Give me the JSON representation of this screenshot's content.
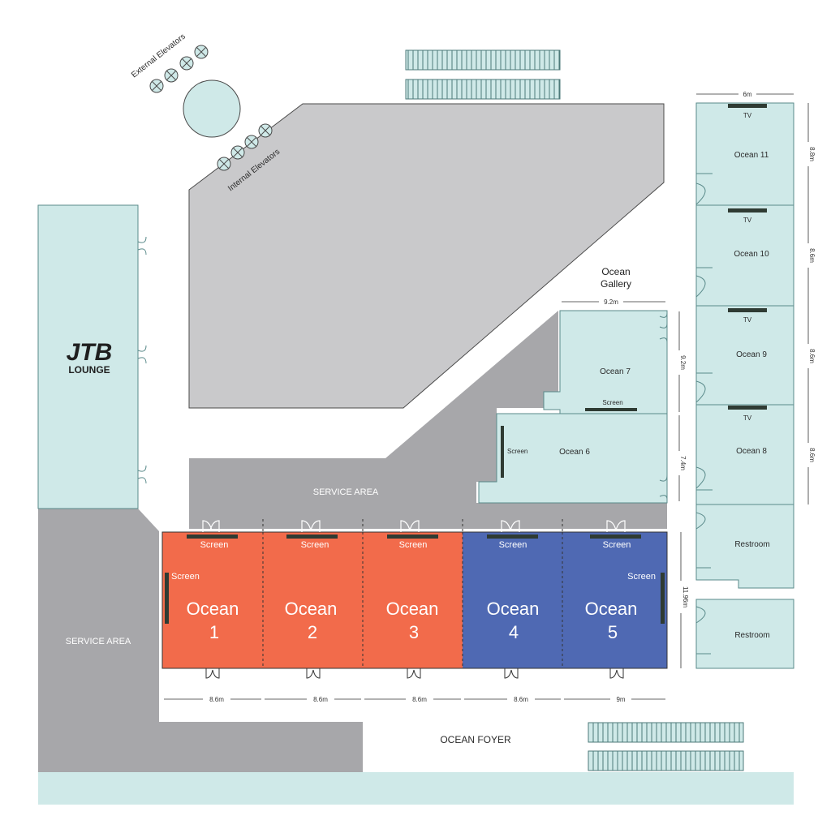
{
  "labels": {
    "external_elevators": "External Elevators",
    "internal_elevators": "Internal Elevators",
    "ocean_gallery_line1": "Ocean",
    "ocean_gallery_line2": "Gallery",
    "jtb_logo": "JTB",
    "lounge": "LOUNGE",
    "service_area_top": "SERVICE AREA",
    "service_area_left": "SERVICE AREA",
    "ocean_foyer": "OCEAN FOYER",
    "restroom_1": "Restroom",
    "restroom_2": "Restroom"
  },
  "rooms": {
    "ocean1": {
      "line1": "Ocean",
      "line2": "1",
      "screen_top": "Screen",
      "screen_side": "Screen",
      "width": "8.6m"
    },
    "ocean2": {
      "line1": "Ocean",
      "line2": "2",
      "screen_top": "Screen",
      "width": "8.6m"
    },
    "ocean3": {
      "line1": "Ocean",
      "line2": "3",
      "screen_top": "Screen",
      "width": "8.6m"
    },
    "ocean4": {
      "line1": "Ocean",
      "line2": "4",
      "screen_top": "Screen",
      "width": "8.6m"
    },
    "ocean5": {
      "line1": "Ocean",
      "line2": "5",
      "screen_top": "Screen",
      "screen_side": "Screen",
      "width": "9m",
      "depth": "11.96m"
    },
    "ocean6": {
      "name": "Ocean 6",
      "screen": "Screen",
      "depth": "7.4m"
    },
    "ocean7": {
      "name": "Ocean 7",
      "screen": "Screen",
      "width": "9.2m",
      "depth": "9.2m"
    },
    "ocean8": {
      "name": "Ocean 8",
      "tv": "TV",
      "depth": "8.6m"
    },
    "ocean9": {
      "name": "Ocean 9",
      "tv": "TV",
      "depth": "8.6m"
    },
    "ocean10": {
      "name": "Ocean 10",
      "tv": "TV",
      "depth": "8.6m"
    },
    "ocean11": {
      "name": "Ocean 11",
      "tv": "TV",
      "width": "6m",
      "depth": "8.8m"
    }
  },
  "colors": {
    "mint": "#cfe9e8",
    "mint_stroke": "#5a8a8a",
    "grey_building": "#c9c9cb",
    "grey_service": "#a7a7aa",
    "orange_room": "#f26b4b",
    "blue_room": "#4f69b3",
    "screen_bar": "#2f3b33"
  }
}
